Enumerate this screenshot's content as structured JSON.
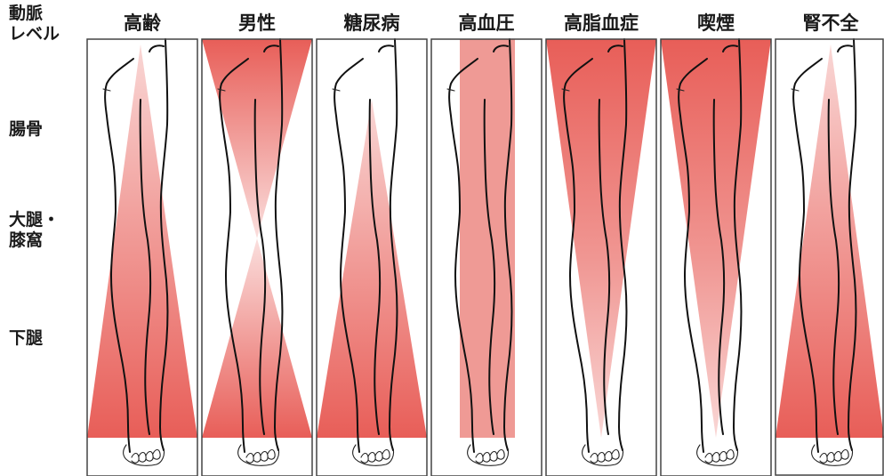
{
  "header": {
    "row_header": "動脈\nレベル",
    "colors": {
      "risk": "#e85e58",
      "line": "#111111"
    }
  },
  "levels": [
    "腸骨",
    "大腿・\n膝窩",
    "下腿"
  ],
  "risk_factors": [
    {
      "label": "高齢",
      "distribution": "distal"
    },
    {
      "label": "男性",
      "distribution": "proximal-and-distal"
    },
    {
      "label": "糖尿病",
      "distribution": "distal"
    },
    {
      "label": "高血圧",
      "distribution": "uniform"
    },
    {
      "label": "高脂血症",
      "distribution": "proximal"
    },
    {
      "label": "喫煙",
      "distribution": "proximal"
    },
    {
      "label": "腎不全",
      "distribution": "distal"
    }
  ]
}
